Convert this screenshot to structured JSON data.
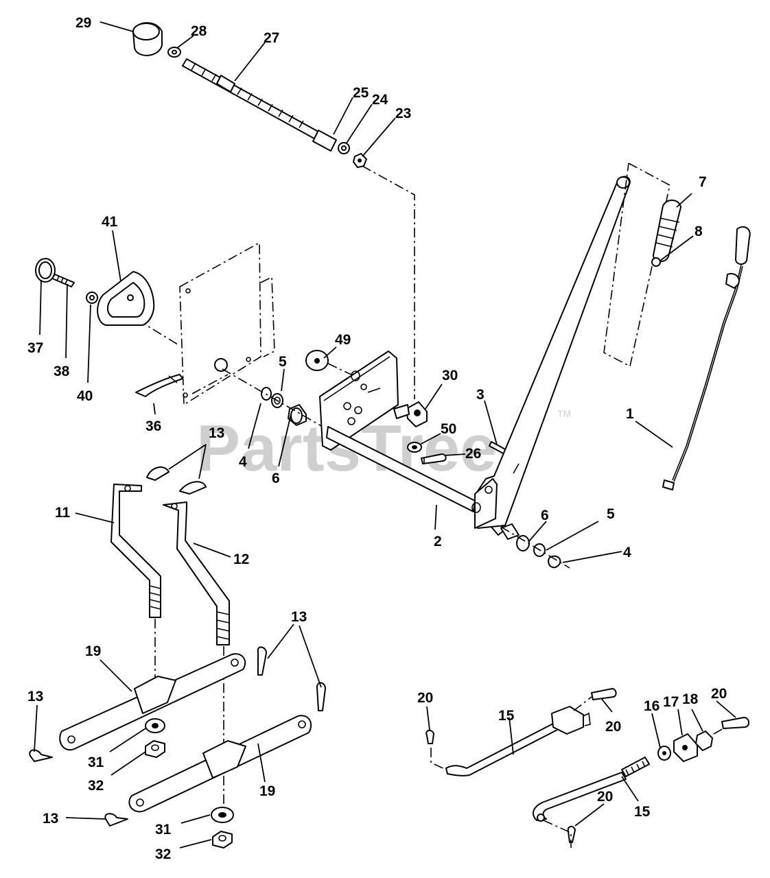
{
  "watermark": {
    "text": "PartsTree",
    "trademark": "TM"
  },
  "callouts": [
    {
      "id": "c29",
      "label": "29"
    },
    {
      "id": "c28",
      "label": "28"
    },
    {
      "id": "c27",
      "label": "27"
    },
    {
      "id": "c25",
      "label": "25"
    },
    {
      "id": "c24",
      "label": "24"
    },
    {
      "id": "c23",
      "label": "23"
    },
    {
      "id": "c7",
      "label": "7"
    },
    {
      "id": "c8",
      "label": "8"
    },
    {
      "id": "c41",
      "label": "41"
    },
    {
      "id": "c37",
      "label": "37"
    },
    {
      "id": "c38",
      "label": "38"
    },
    {
      "id": "c40",
      "label": "40"
    },
    {
      "id": "c49",
      "label": "49"
    },
    {
      "id": "c30",
      "label": "30"
    },
    {
      "id": "c5a",
      "label": "5"
    },
    {
      "id": "c3",
      "label": "3"
    },
    {
      "id": "c1",
      "label": "1"
    },
    {
      "id": "c36",
      "label": "36"
    },
    {
      "id": "c13a",
      "label": "13"
    },
    {
      "id": "c4a",
      "label": "4"
    },
    {
      "id": "c6a",
      "label": "6"
    },
    {
      "id": "c50",
      "label": "50"
    },
    {
      "id": "c26",
      "label": "26"
    },
    {
      "id": "c11",
      "label": "11"
    },
    {
      "id": "c12",
      "label": "12"
    },
    {
      "id": "c2",
      "label": "2"
    },
    {
      "id": "c6b",
      "label": "6"
    },
    {
      "id": "c5b",
      "label": "5"
    },
    {
      "id": "c4b",
      "label": "4"
    },
    {
      "id": "c13b",
      "label": "13"
    },
    {
      "id": "c19a",
      "label": "19"
    },
    {
      "id": "c13c",
      "label": "13"
    },
    {
      "id": "c31a",
      "label": "31"
    },
    {
      "id": "c32a",
      "label": "32"
    },
    {
      "id": "c19b",
      "label": "19"
    },
    {
      "id": "c13d",
      "label": "13"
    },
    {
      "id": "c31b",
      "label": "31"
    },
    {
      "id": "c32b",
      "label": "32"
    },
    {
      "id": "c20a",
      "label": "20"
    },
    {
      "id": "c15a",
      "label": "15"
    },
    {
      "id": "c20b",
      "label": "20"
    },
    {
      "id": "c16",
      "label": "16"
    },
    {
      "id": "c17",
      "label": "17"
    },
    {
      "id": "c18",
      "label": "18"
    },
    {
      "id": "c20c",
      "label": "20"
    },
    {
      "id": "c20d",
      "label": "20"
    },
    {
      "id": "c15b",
      "label": "15"
    }
  ]
}
